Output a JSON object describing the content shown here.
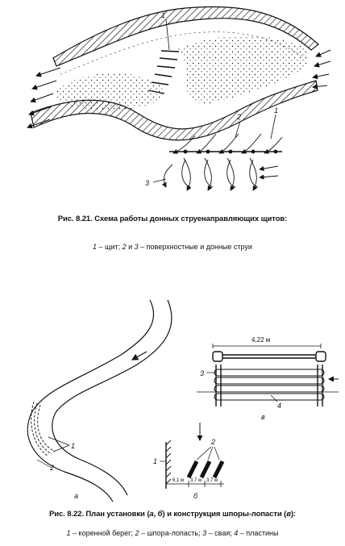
{
  "figure1": {
    "caption_title": "Рис. 8.21. Схема работы донных струенаправляющих щитов:",
    "caption_legend": {
      "n1": "1",
      "t1": " – щит; ",
      "n2": "2",
      "t2": " и ",
      "n3": "3",
      "t3": " – поверхностные и донные струи"
    },
    "labels": {
      "shield": "1",
      "surface_jets": "2",
      "bottom_jets": "3",
      "shield_detail": "1"
    }
  },
  "figure2": {
    "caption_title_parts": {
      "a": "Рис. 8.22. План установки (",
      "ia": "а",
      "b": ", ",
      "ib": "б",
      "c": ") и конструкция шпоры-лопасти (",
      "iv": "в",
      "d": "):"
    },
    "caption_legend": {
      "n1": "1",
      "t1": " – коренной берег; ",
      "n2": "2",
      "t2": " – шпора-лопасть; ",
      "n3": "3",
      "t3": " – свая; ",
      "n4": "4",
      "t4": " – пластины"
    },
    "labels": {
      "width_dim": "4,22 м",
      "pile": "3",
      "plates": "4",
      "part_v": "в",
      "part_a": "а",
      "part_b": "б",
      "bank_a": "1",
      "spur_a": "2",
      "bank_b": "1",
      "spur_b": "2",
      "dim1": "6,1 м",
      "dim2": "3,7 м",
      "dim3": "3,7 м"
    }
  },
  "colors": {
    "ink": "#111111",
    "paper": "#ffffff"
  }
}
